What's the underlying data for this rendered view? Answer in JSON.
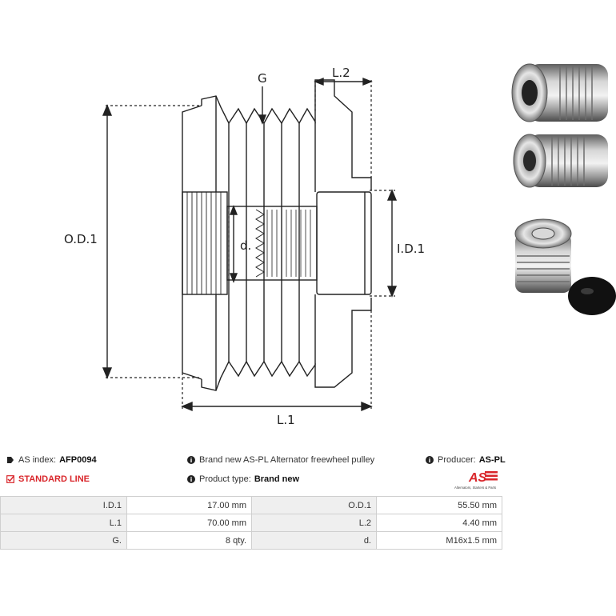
{
  "drawing": {
    "label_g": "G",
    "label_l2": "L.2",
    "label_od1": "O.D.1",
    "label_d": "d.",
    "label_id1": "I.D.1",
    "label_l1": "L.1"
  },
  "info": {
    "as_index_label": "AS index:",
    "as_index_value": "AFP0094",
    "description": "Brand new AS-PL Alternator freewheel pulley",
    "producer_label": "Producer:",
    "producer_value": "AS-PL",
    "standard_line": "STANDARD LINE",
    "product_type_label": "Product type:",
    "product_type_value": "Brand new"
  },
  "logo": {
    "mark": "AS",
    "tagline": "Alternators, Starters & Parts"
  },
  "specs": [
    {
      "label1": "I.D.1",
      "value1": "17.00 mm",
      "label2": "O.D.1",
      "value2": "55.50 mm"
    },
    {
      "label1": "L.1",
      "value1": "70.00 mm",
      "label2": "L.2",
      "value2": "4.40 mm"
    },
    {
      "label1": "G.",
      "value1": "8 qty.",
      "label2": "d.",
      "value2": "M16x1.5 mm"
    }
  ],
  "colors": {
    "accent_red": "#d9252a",
    "table_label_bg": "#efefef",
    "table_border": "#cfcfcf"
  }
}
